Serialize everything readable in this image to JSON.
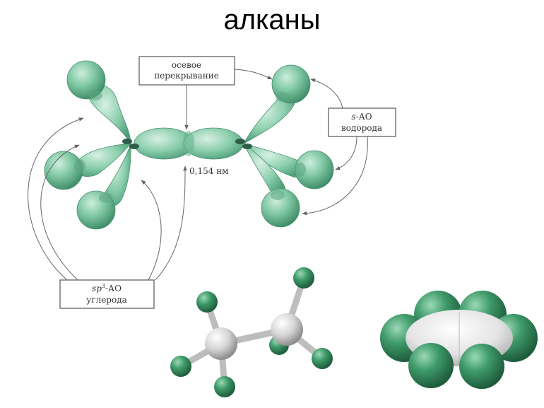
{
  "title": "алканы",
  "labels": {
    "overlap_line1": "осевое",
    "overlap_line2": "перекрывание",
    "s_ao_line1_prefix": "s",
    "s_ao_line1_suffix": "-АО",
    "s_ao_line2": "водорода",
    "sp3_prefix": "sp",
    "sp3_sup": "3",
    "sp3_suffix": "-АО",
    "sp3_line2": "углерода",
    "bond_length": "0,154 нм"
  },
  "colors": {
    "orbital_green": "#8ccfae",
    "sphere_green": "#3f9a6a",
    "carbon_gray": "#cfcfcf",
    "line_gray": "#666666"
  }
}
